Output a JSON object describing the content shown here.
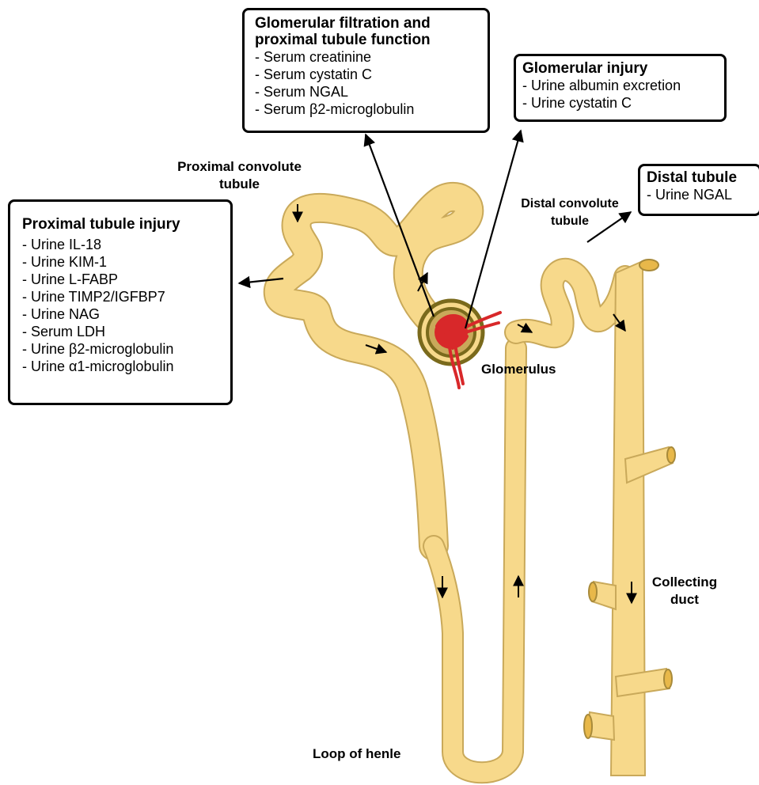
{
  "boxes": {
    "glomerular_filtration": {
      "title_line1": "Glomerular filtration and",
      "title_line2": "proximal tubule function",
      "items": [
        "- Serum creatinine",
        "- Serum cystatin C",
        "- Serum NGAL",
        "- Serum β2-microglobulin"
      ]
    },
    "glomerular_injury": {
      "title": "Glomerular injury",
      "items": [
        "- Urine albumin excretion",
        "- Urine cystatin C"
      ]
    },
    "distal_tubule": {
      "title": "Distal tubule",
      "items": [
        "- Urine NGAL"
      ]
    },
    "proximal_injury": {
      "title": "Proximal tubule injury",
      "items": [
        "- Urine IL-18",
        "- Urine KIM-1",
        "- Urine L-FABP",
        "- Urine TIMP2/IGFBP7",
        "- Urine NAG",
        "- Serum LDH",
        "- Urine β2-microglobulin",
        "- Urine α1-microglobulin"
      ]
    }
  },
  "labels": {
    "proximal_convolute_line1": "Proximal convolute",
    "proximal_convolute_line2": "tubule",
    "distal_convolute_line1": "Distal convolute",
    "distal_convolute_line2": "tubule",
    "glomerulus": "Glomerulus",
    "collecting_duct_line1": "Collecting",
    "collecting_duct_line2": "duct",
    "loop_of_henle": "Loop of henle"
  },
  "colors": {
    "tubule_fill": "#f7d98b",
    "tubule_outline": "#c9a95a",
    "capsule": "#7a6a1c",
    "capillary": "#d8282a"
  }
}
